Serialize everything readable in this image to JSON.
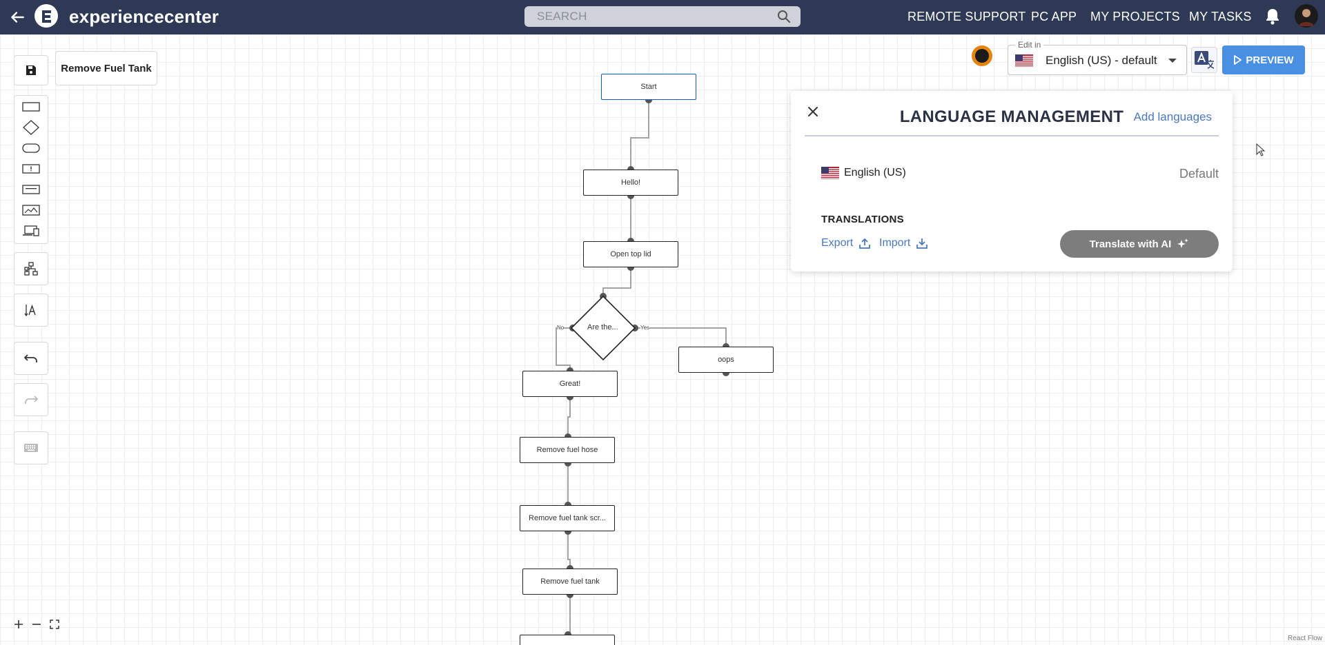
{
  "header": {
    "brand": "experiencecenter",
    "search_placeholder": "SEARCH",
    "nav": [
      "REMOTE SUPPORT",
      "PC APP",
      "MY PROJECTS",
      "MY TASKS"
    ],
    "bar_color": "#2e3a55"
  },
  "project": {
    "title": "Remove Fuel Tank"
  },
  "editor": {
    "edit_in_label": "Edit in",
    "language_value": "English (US) - default",
    "preview_label": "PREVIEW"
  },
  "language_panel": {
    "title": "LANGUAGE MANAGEMENT",
    "add_languages": "Add languages",
    "language": "English (US)",
    "default_label": "Default",
    "translations_heading": "TRANSLATIONS",
    "export_label": "Export",
    "import_label": "Import",
    "ai_button": "Translate with AI"
  },
  "flow": {
    "nodes": [
      {
        "id": "start",
        "label": "Start"
      },
      {
        "id": "hello",
        "label": "Hello!"
      },
      {
        "id": "open",
        "label": "Open top lid"
      },
      {
        "id": "decision",
        "label": "Are the..."
      },
      {
        "id": "oops",
        "label": "oops"
      },
      {
        "id": "great",
        "label": "Great!"
      },
      {
        "id": "hose",
        "label": "Remove fuel hose"
      },
      {
        "id": "screws",
        "label": "Remove fuel tank scr..."
      },
      {
        "id": "tank",
        "label": "Remove fuel tank"
      }
    ],
    "edge_labels": {
      "no": "No",
      "yes": "Yes"
    }
  },
  "toolbar": {
    "shape_icons": [
      "rectangle-icon",
      "diamond-icon",
      "rounded-rect-icon",
      "alert-box-icon",
      "text-box-icon",
      "image-icon",
      "devices-icon"
    ],
    "other_icons": [
      "save-icon",
      "layout-icon",
      "text-size-icon",
      "undo-icon",
      "redo-icon",
      "keyboard-icon"
    ]
  },
  "footer": {
    "attribution": "React Flow"
  },
  "colors": {
    "accent": "#4a90e2",
    "link": "#4a78c0",
    "ai_button": "#7d7d7d",
    "user_ring": "#e5850f"
  }
}
